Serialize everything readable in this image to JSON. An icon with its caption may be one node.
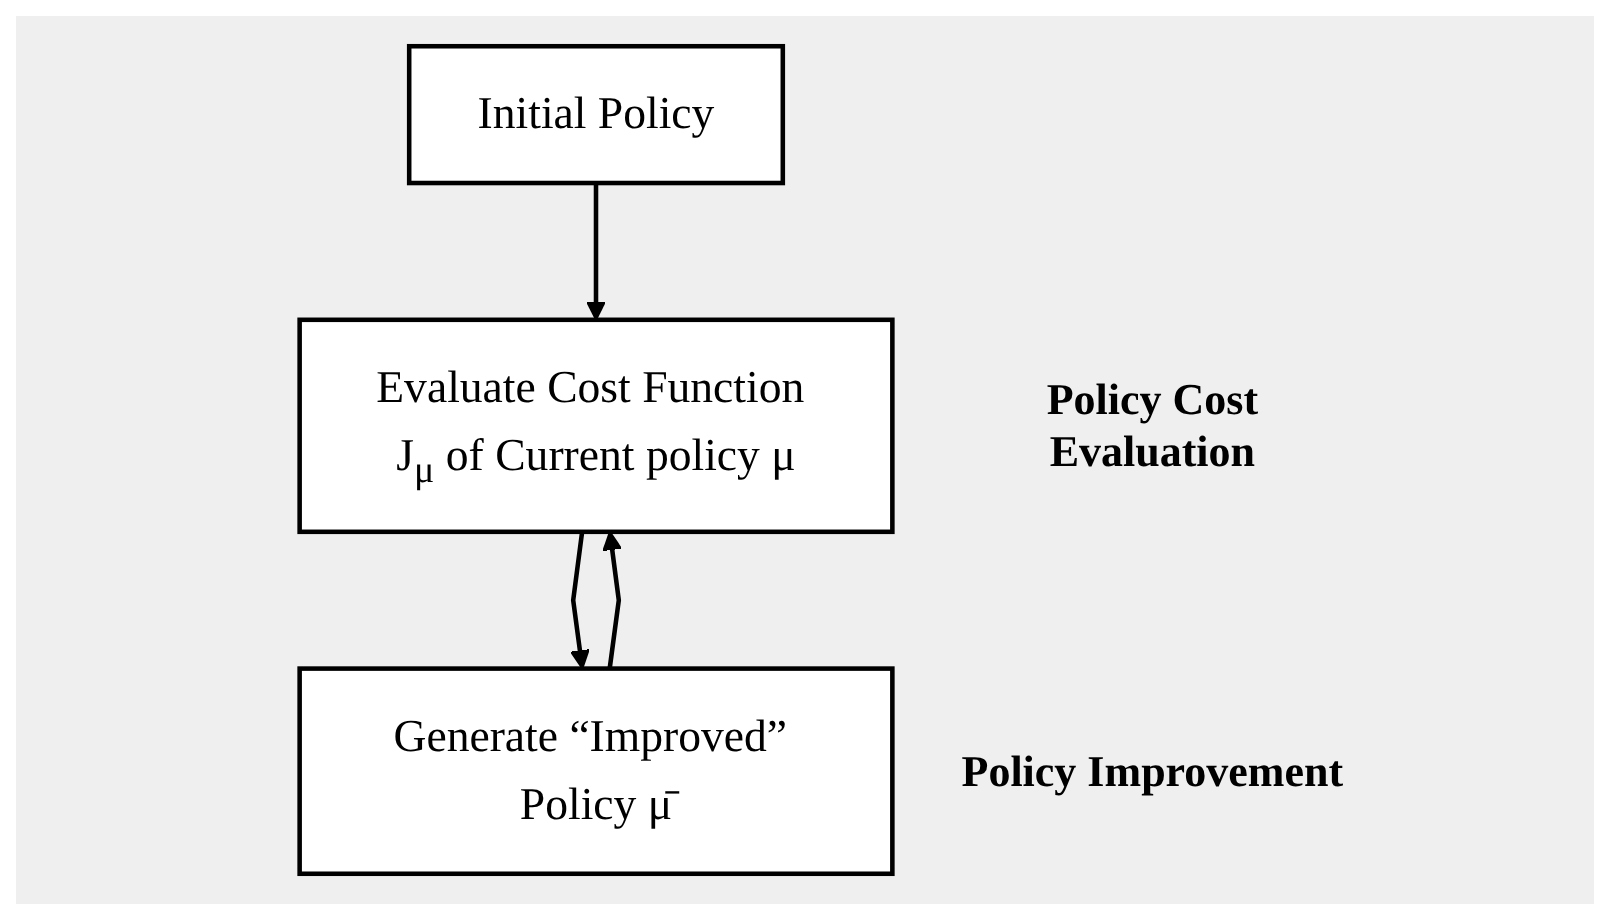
{
  "diagram": {
    "nodes": [
      {
        "text": [
          "Initial Policy"
        ]
      },
      {
        "text": [
          "Evaluate Cost Function J$_{μ}$ of Current policy μ"
        ],
        "beside": [
          "Policy Cost Evaluation"
        ]
      },
      {
        "text": [
          "Generate “Improved” Policy μ̄"
        ],
        "beside": [
          "Policy Improvement"
        ]
      }
    ],
    "edges": [
      {
        "from": 0,
        "to": 1,
        "arrow": "to"
      },
      {
        "from": 1,
        "to": 2,
        "arrow": "to"
      },
      {
        "from": 2,
        "to": 1,
        "arrow": "to"
      }
    ]
  }
}
